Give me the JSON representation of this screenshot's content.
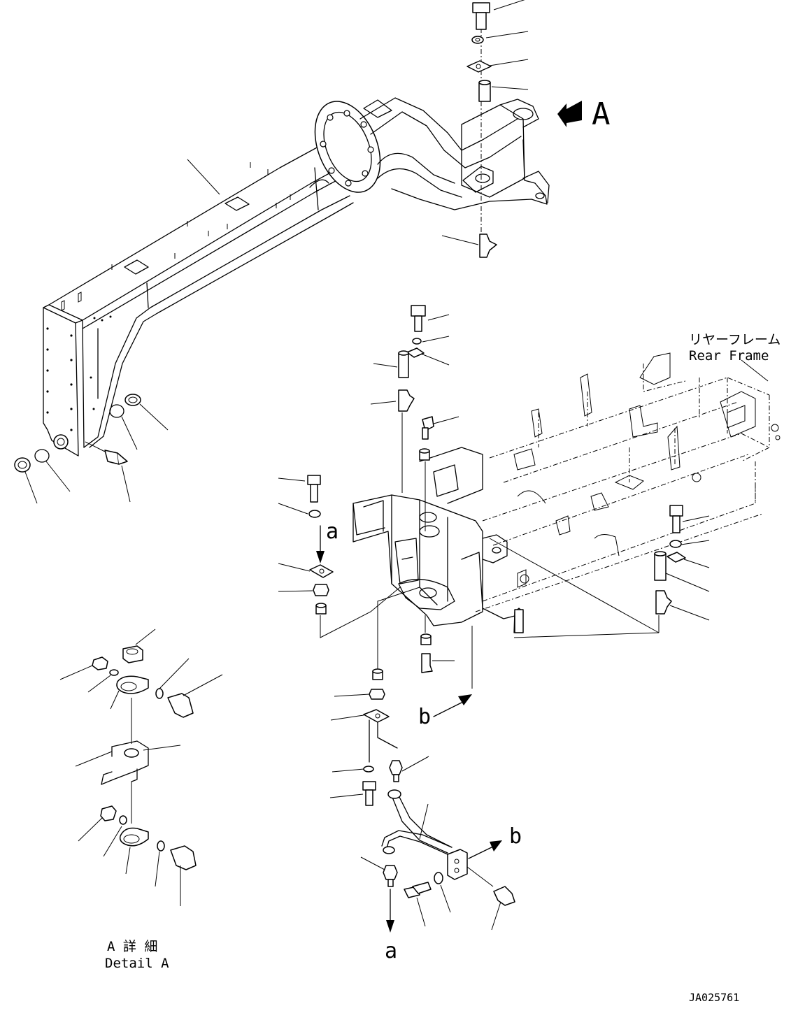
{
  "view_label": "A",
  "rear_frame": {
    "label_jp": "リヤーフレーム",
    "label_en": "Rear Frame"
  },
  "detail": {
    "label_jp": "A 詳 細",
    "label_en": "Detail A"
  },
  "piping_labels": {
    "a_upper": "a",
    "a_lower": "a",
    "b_upper": "b",
    "b_lower": "b"
  },
  "drawing_number": "JA025761"
}
